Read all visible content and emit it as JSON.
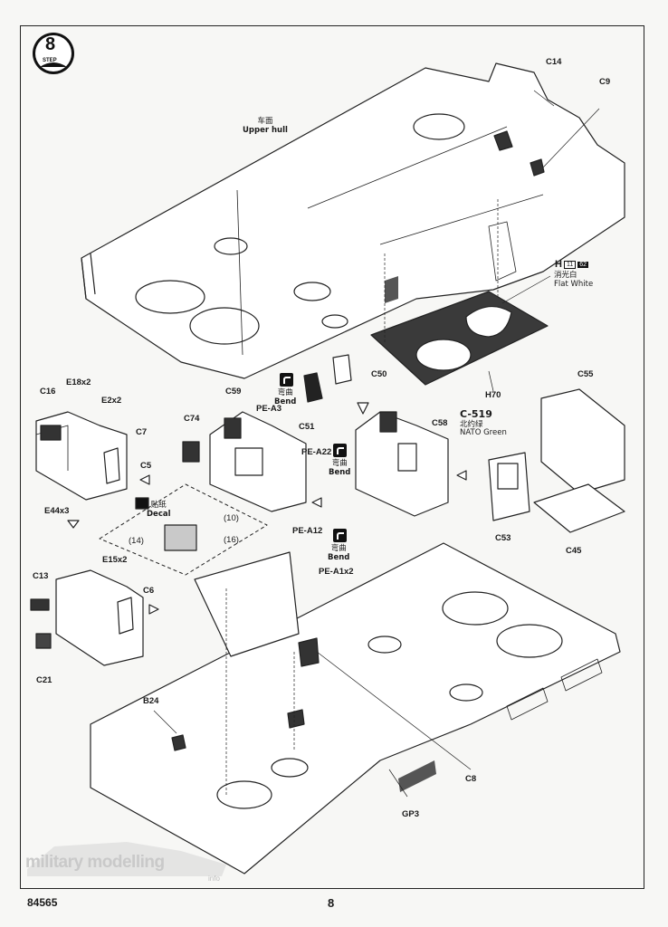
{
  "step": {
    "number": "8",
    "label": "STEP"
  },
  "footer": {
    "code": "84565",
    "page": "8"
  },
  "watermark": {
    "text": "military modelling",
    "sub": "info"
  },
  "upper_hull": {
    "cn": "车面",
    "en": "Upper hull"
  },
  "paints": {
    "flat_white": {
      "letter": "H",
      "code1": "11",
      "code2": "62",
      "cn": "消光白",
      "en": "Flat White"
    },
    "nato_green": {
      "code": "C-519",
      "cn": "北约绿",
      "en": "NATO Green"
    }
  },
  "bend": {
    "cn": "弯曲",
    "en": "Bend"
  },
  "decal": {
    "cn": "贴纸",
    "en": "Decal",
    "a": "(10)",
    "b": "(14)",
    "c": "(16)"
  },
  "parts": {
    "C14": "C14",
    "C9": "C9",
    "H70": "H70",
    "C50": "C50",
    "C51": "C51",
    "C59": "C59",
    "C74": "C74",
    "PE_A3": "PE-A3",
    "PE_A22": "PE-A22",
    "PE_A12": "PE-A12",
    "C58": "C58",
    "C55": "C55",
    "C53": "C53",
    "C45": "C45",
    "C16": "C16",
    "E18x2": "E18x2",
    "E2x2": "E2x2",
    "C7": "C7",
    "C5": "C5",
    "E44x3": "E44x3",
    "C13": "C13",
    "E15x2": "E15x2",
    "C6": "C6",
    "C21": "C21",
    "PE_A1x2": "PE-A1x2",
    "B24": "B24",
    "C8": "C8",
    "GP3": "GP3"
  }
}
